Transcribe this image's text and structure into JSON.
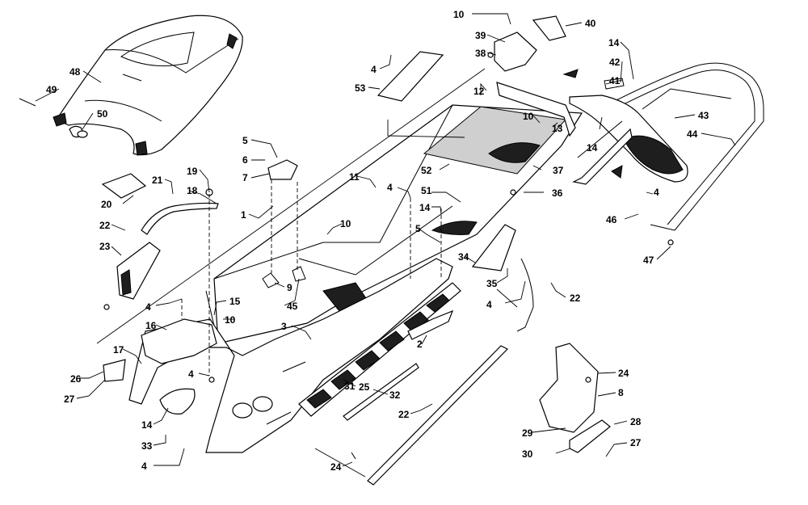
{
  "colors": {
    "line": "#000000",
    "background": "#ffffff",
    "dark_fill": "#1e1e1e",
    "mesh_fill": "#bdbdbd"
  },
  "callouts": [
    "10",
    "40",
    "39",
    "38",
    "14",
    "42",
    "41",
    "43",
    "44",
    "48",
    "49",
    "50",
    "4",
    "53",
    "12",
    "10",
    "13",
    "14",
    "5",
    "6",
    "7",
    "19",
    "21",
    "18",
    "20",
    "22",
    "23",
    "11",
    "52",
    "37",
    "4",
    "51",
    "36",
    "14",
    "1",
    "10",
    "46",
    "4",
    "47",
    "5",
    "34",
    "35",
    "4",
    "22",
    "24",
    "8",
    "9",
    "45",
    "4",
    "15",
    "16",
    "10",
    "3",
    "2",
    "17",
    "4",
    "25",
    "26",
    "27",
    "14",
    "33",
    "4",
    "32",
    "31",
    "22",
    "24",
    "29",
    "28",
    "30",
    "27"
  ]
}
